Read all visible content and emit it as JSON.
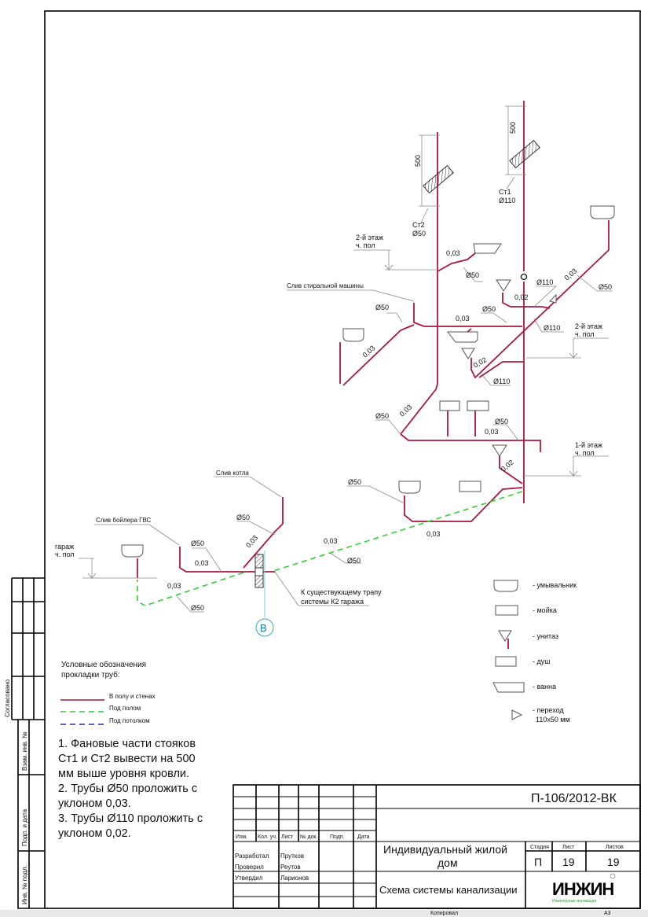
{
  "drawing": {
    "risers": [
      {
        "name": "Ст1",
        "diameter": "Ø110"
      },
      {
        "name": "Ст2",
        "diameter": "Ø50"
      }
    ],
    "dim_500": "500",
    "labels": {
      "floor2_left": [
        "2-й этаж",
        "ч. пол"
      ],
      "floor2_right": [
        "2-й этаж",
        "ч. пол"
      ],
      "floor1": [
        "1-й этаж",
        "ч. пол"
      ],
      "garage": [
        "гараж",
        "ч. пол"
      ],
      "washer_drain": "Слив стиральной машины",
      "boiler_drain": "Слив котла",
      "dhw_boiler_drain": "Слив бойлера ГВС",
      "existing_trap": [
        "К существующему трапу",
        "системы К2 гаража"
      ],
      "axis": "В"
    },
    "d50": "Ø50",
    "d110": "Ø110",
    "slope_003": "0,03",
    "slope_002": "0,02"
  },
  "fixture_legend": [
    {
      "icon": "washbasin-icon",
      "label": "- умывальник"
    },
    {
      "icon": "sink-icon",
      "label": "- мойка"
    },
    {
      "icon": "toilet-icon",
      "label": "- унитаз"
    },
    {
      "icon": "shower-icon",
      "label": "- душ"
    },
    {
      "icon": "bathtub-icon",
      "label": "- ванна"
    },
    {
      "icon": "reducer-icon",
      "label": "- переход",
      "label2": "110x50 мм"
    }
  ],
  "pipe_legend": {
    "title": [
      "Условные обозначения",
      "прокладки труб:"
    ],
    "items": [
      {
        "label": "В полу и стенах",
        "color": "#a8183f"
      },
      {
        "label": "Под полом",
        "color": "#2fd02f"
      },
      {
        "label": "Под потолком",
        "color": "#2030b0"
      }
    ]
  },
  "notes": [
    "1. Фановые части стояков",
    "Ст1 и Ст2 вывести на 500",
    "мм выше уровня кровли.",
    "2. Трубы Ø50 проложить с",
    "уклоном 0,03.",
    "3. Трубы Ø110 проложить с",
    "уклоном 0,02."
  ],
  "side_stamp": [
    "Согласовано",
    "Взам. инв. №",
    "Подп. и дата",
    "Инв. № подл."
  ],
  "title_block": {
    "code": "П-106/2012-ВК",
    "headers": [
      "Изм.",
      "Кол. уч.",
      "Лист",
      "№ док.",
      "Подп.",
      "Дата"
    ],
    "roles": [
      {
        "role": "Разработал",
        "name": "Прутков"
      },
      {
        "role": "Проверил",
        "name": "Реутов"
      },
      {
        "role": "Утвердил",
        "name": "Ларионов"
      }
    ],
    "project": [
      "Индивидуальный жилой",
      "дом"
    ],
    "sheet_title": "Схема системы канализации",
    "stage_label": "Стадия",
    "sheet_label": "Лист",
    "sheets_label": "Листов",
    "stage": "П",
    "sheet": "19",
    "sheets": "19",
    "logo": "ИНЖИН",
    "logo_sub": "Инженерные инновации",
    "copied": "Копировал",
    "format": "А3"
  }
}
